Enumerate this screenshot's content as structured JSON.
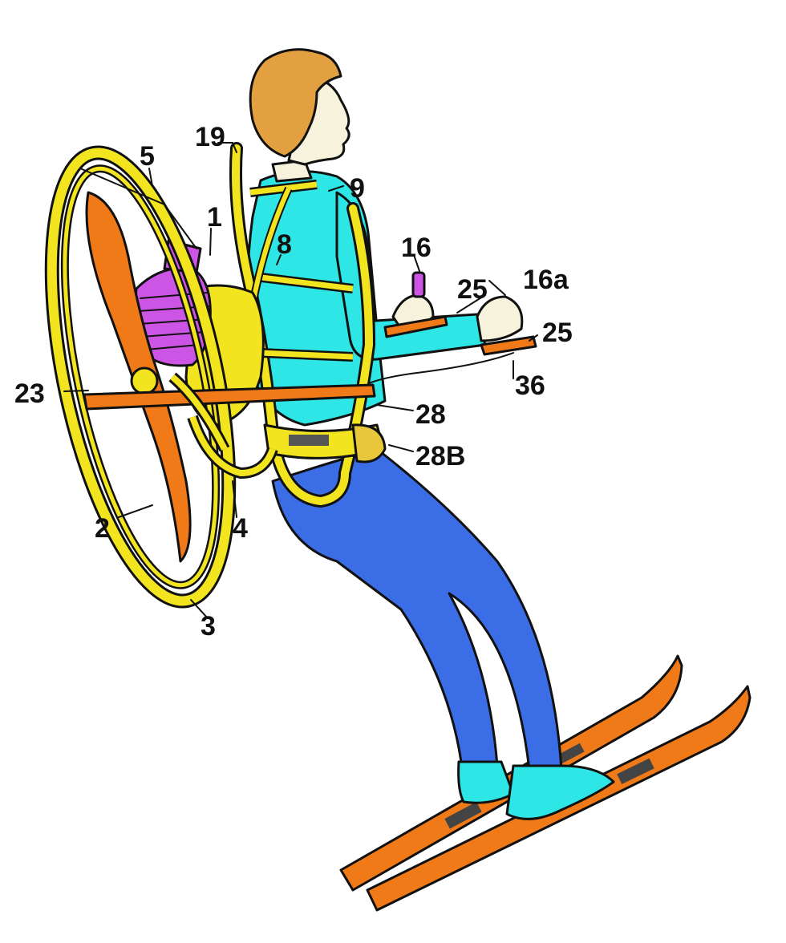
{
  "colors": {
    "skin": "#f6f2dc",
    "hair": "#e3a040",
    "shirt": "#2ee6e6",
    "pants": "#3b6de6",
    "frame": "#f2e520",
    "propeller": "#f07a18",
    "engine": "#cc55e6",
    "ski": "#f07a18",
    "boot": "#2ee6e6",
    "ink": "#111111"
  },
  "labels": [
    {
      "id": "19",
      "text": "19"
    },
    {
      "id": "5",
      "text": "5"
    },
    {
      "id": "9",
      "text": "9"
    },
    {
      "id": "1",
      "text": "1"
    },
    {
      "id": "8",
      "text": "8"
    },
    {
      "id": "16",
      "text": "16"
    },
    {
      "id": "16a",
      "text": "16a"
    },
    {
      "id": "25a",
      "text": "25"
    },
    {
      "id": "25b",
      "text": "25"
    },
    {
      "id": "23",
      "text": "23"
    },
    {
      "id": "36",
      "text": "36"
    },
    {
      "id": "28",
      "text": "28"
    },
    {
      "id": "28B",
      "text": "28B"
    },
    {
      "id": "2",
      "text": "2"
    },
    {
      "id": "4",
      "text": "4"
    },
    {
      "id": "3",
      "text": "3"
    }
  ]
}
